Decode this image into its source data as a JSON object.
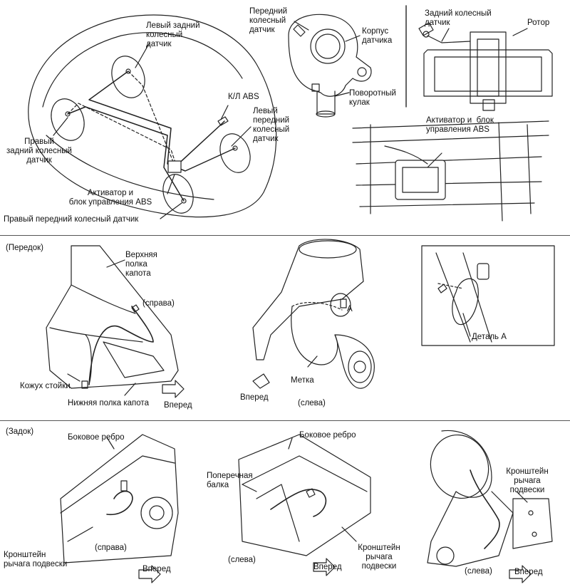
{
  "top": {
    "car": {
      "left_rear_sensor": "Левый задний\nколесный\nдатчик",
      "abs_warning": "К/Л ABS",
      "left_front_sensor": "Левый\nпередний\nколесный\nдатчик",
      "right_rear_sensor": "Правый\nзадний колесный\nдатчик",
      "actuator_unit": "Активатор и\nблок управления ABS",
      "right_front_sensor": "Правый передний колесный датчик"
    },
    "knuckle": {
      "front_sensor": "Передний\nколесный\nдатчик",
      "sensor_housing": "Корпус\nдатчика",
      "steering_knuckle": "Поворотный\nкулак"
    },
    "rear_hub": {
      "rear_sensor": "Задний колесный\nдатчик",
      "rotor": "Ротор"
    },
    "engine_bay": {
      "actuator_unit": "Активатор и  блок\nуправления ABS"
    }
  },
  "front_section": {
    "title": "(Передок)",
    "upper_apron": "Верхняя\nполка\nкапота",
    "right": "(справа)",
    "strut_cover": "Кожух стойки",
    "lower_apron": "Нижняя полка капота",
    "forward_1": "Вперед",
    "mark": "Метка",
    "forward_2": "Вперед",
    "left": "(слева)",
    "callout_a": "A",
    "detail_a": "Деталь A"
  },
  "rear_section": {
    "title": "(Задок)",
    "side_rib_1": "Боковое ребро",
    "arm_bracket_1": "Кронштейн\nрычага подвески",
    "right": "(справа)",
    "forward_1": "Вперед",
    "side_rib_2": "Боковое ребро",
    "crossmember": "Поперечная\nбалка",
    "left_2": "(слева)",
    "forward_2": "Вперед",
    "arm_bracket_2": "Кронштейн\nрычага\nподвески",
    "arm_bracket_3": "Кронштейн\nрычага\nподвески",
    "left_3": "(слева)",
    "forward_3": "Вперед"
  }
}
